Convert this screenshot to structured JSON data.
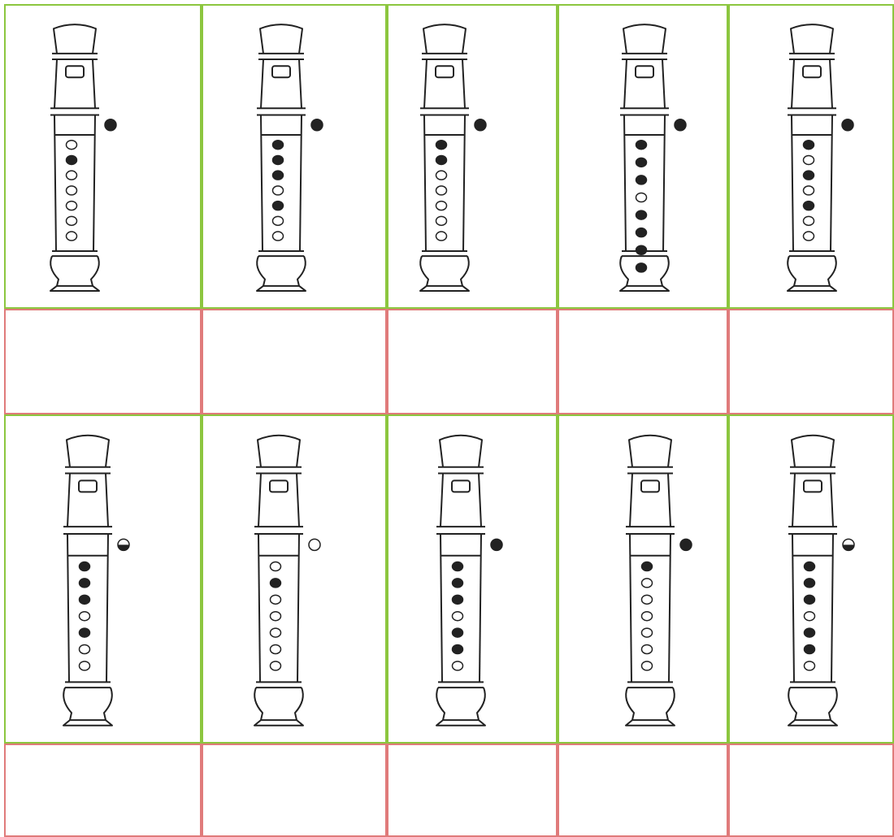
{
  "worksheet": {
    "grid_colors": {
      "figure_border": "#8cc63f",
      "answer_border": "#e07b7b",
      "ink": "#222222"
    },
    "rows": [
      {
        "figures": [
          {
            "icon": "recorder-fingering-icon",
            "thumb": "closed",
            "holes": [
              "open",
              "closed",
              "open",
              "open",
              "open",
              "open",
              "open"
            ]
          },
          {
            "icon": "recorder-fingering-icon",
            "thumb": "closed",
            "holes": [
              "closed",
              "closed",
              "closed",
              "open",
              "closed",
              "open",
              "open"
            ]
          },
          {
            "icon": "recorder-fingering-icon",
            "thumb": "closed",
            "holes": [
              "closed",
              "closed",
              "open",
              "open",
              "open",
              "open",
              "open"
            ]
          },
          {
            "icon": "recorder-fingering-icon",
            "thumb": "closed",
            "holes": [
              "closed",
              "closed",
              "closed",
              "open",
              "closed",
              "closed",
              "closed",
              "closed"
            ]
          },
          {
            "icon": "recorder-fingering-icon",
            "thumb": "closed",
            "holes": [
              "closed",
              "open",
              "closed",
              "open",
              "closed",
              "open",
              "open"
            ]
          }
        ]
      },
      {
        "figures": [
          {
            "icon": "recorder-fingering-icon",
            "thumb": "half",
            "holes": [
              "closed",
              "closed",
              "closed",
              "open",
              "closed",
              "open",
              "open"
            ]
          },
          {
            "icon": "recorder-fingering-icon",
            "thumb": "open",
            "holes": [
              "open",
              "closed",
              "open",
              "open",
              "open",
              "open",
              "open"
            ]
          },
          {
            "icon": "recorder-fingering-icon",
            "thumb": "closed",
            "holes": [
              "closed",
              "closed",
              "closed",
              "open",
              "closed",
              "closed",
              "open"
            ]
          },
          {
            "icon": "recorder-fingering-icon",
            "thumb": "closed",
            "holes": [
              "closed",
              "open",
              "open",
              "open",
              "open",
              "open",
              "open"
            ]
          },
          {
            "icon": "recorder-fingering-icon",
            "thumb": "half",
            "holes": [
              "closed",
              "closed",
              "closed",
              "open",
              "closed",
              "closed",
              "open"
            ]
          }
        ]
      }
    ]
  }
}
